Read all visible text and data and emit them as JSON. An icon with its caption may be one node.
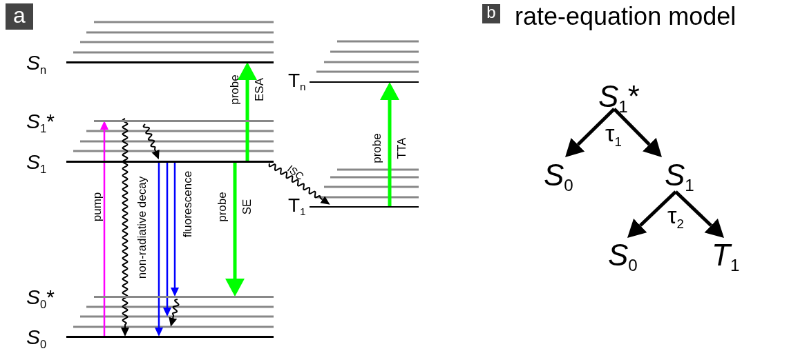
{
  "diagram": {
    "nodes": [
      {
        "text": [
          "S$_{n}$"
        ]
      },
      {
        "text": [
          "S$_{1}$*"
        ]
      },
      {
        "text": [
          "S$_{1}$"
        ]
      },
      {
        "text": [
          "S$_{0}$*"
        ]
      },
      {
        "text": [
          "S$_{0}$"
        ]
      },
      {
        "text": [
          "T$_{n}$"
        ]
      },
      {
        "text": [
          "T$_{1}$"
        ]
      },
      {
        "text": [
          "S$_{1}$*"
        ]
      },
      {
        "text": [
          "S$_{0}$"
        ]
      },
      {
        "text": [
          "S$_{1}$"
        ]
      },
      {
        "text": [
          "S$_{0}$"
        ]
      },
      {
        "text": [
          "T$_{1}$"
        ]
      }
    ],
    "edges": [
      {
        "from": 4,
        "to": 1,
        "arrow": "to",
        "label": "pump",
        "color": "#ff00ff"
      },
      {
        "from": 1,
        "to": 4,
        "arrow": "to",
        "label": "non-radiative decay"
      },
      {
        "from": 1,
        "to": 2,
        "arrow": "to"
      },
      {
        "from": 2,
        "to": 4,
        "arrow": "to",
        "color": "#0000ff"
      },
      {
        "from": 2,
        "to": 3,
        "arrow": "to",
        "color": "#0000ff"
      },
      {
        "from": 2,
        "to": 3,
        "arrow": "to",
        "label": "fluorescence",
        "color": "#0000ff"
      },
      {
        "from": 3,
        "to": 4,
        "arrow": "to"
      },
      {
        "from": 2,
        "to": 3,
        "arrow": "to",
        "label": "probe SE",
        "style": "thick",
        "color": "#00ff00"
      },
      {
        "from": 2,
        "to": 0,
        "arrow": "to",
        "label": "probe ESA",
        "style": "thick",
        "color": "#00ff00"
      },
      {
        "from": 2,
        "to": 6,
        "arrow": "to",
        "label": "ISC"
      },
      {
        "from": 6,
        "to": 5,
        "arrow": "to",
        "label": "probe TTA",
        "style": "thick",
        "color": "#00ff00"
      },
      {
        "from": 7,
        "to": 8,
        "arrow": "to",
        "style": "thick"
      },
      {
        "from": 7,
        "to": 9,
        "arrow": "to",
        "style": "thick"
      },
      {
        "from": 9,
        "to": 10,
        "arrow": "to",
        "style": "thick"
      },
      {
        "from": 9,
        "to": 11,
        "arrow": "to",
        "style": "thick"
      }
    ],
    "labels": [
      "a",
      "b",
      "rate-equation model",
      "τ$_{1}$",
      "τ$_{2}$"
    ]
  }
}
